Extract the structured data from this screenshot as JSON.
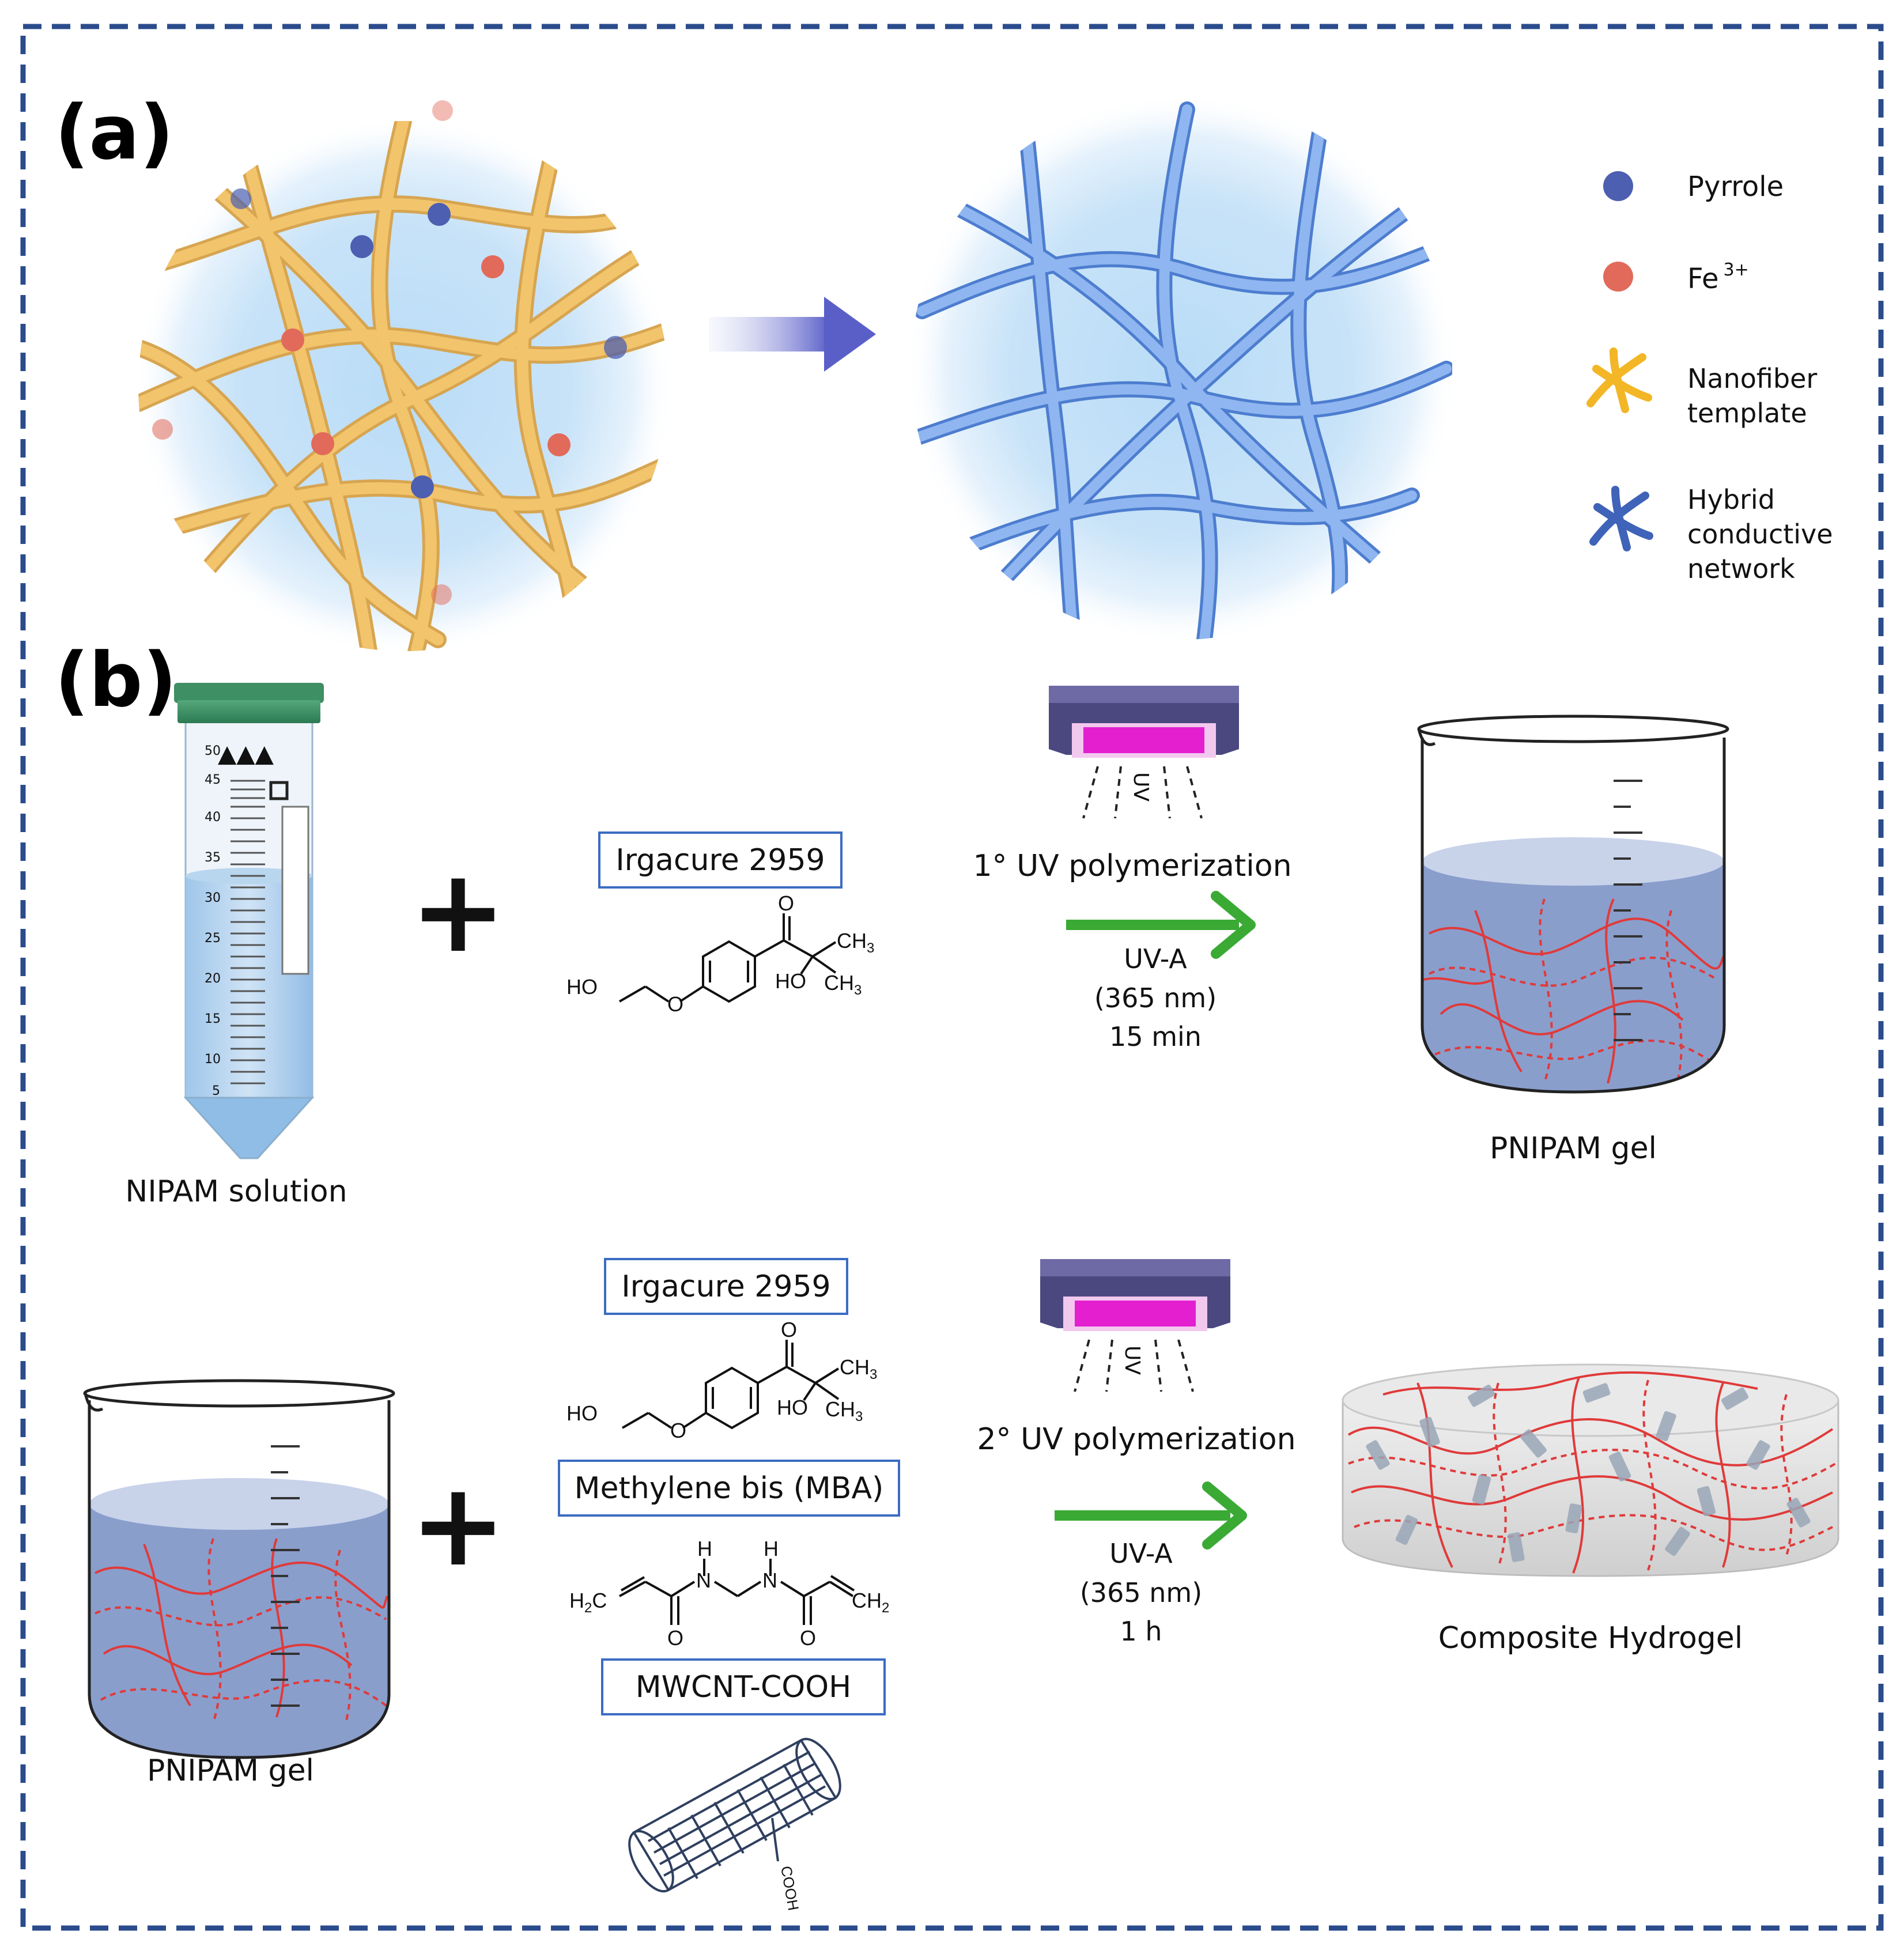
{
  "panel_a": {
    "label": "(a)",
    "legend": {
      "pyrrole": "Pyrrole",
      "fe": "Fe",
      "fe_sup": "3+",
      "nanofiber_1": "Nanofiber",
      "nanofiber_2": "template",
      "hybrid_1": "Hybrid",
      "hybrid_2": "conductive",
      "hybrid_3": "network"
    }
  },
  "panel_b": {
    "label": "(b)",
    "row1": {
      "tube_label": "NIPAM solution",
      "tube_scale": [
        "50",
        "45",
        "40",
        "35",
        "30",
        "25",
        "20",
        "15",
        "10",
        "5"
      ],
      "tube_triangles": "▲▲▲",
      "plus": "+",
      "initiator_box": "Irgacure 2959",
      "lamp_text": "UV",
      "step_title": "1° UV polymerization",
      "cond_1": "UV-A",
      "cond_2": "(365 nm)",
      "cond_3": "15 min",
      "product": "PNIPAM gel"
    },
    "row2": {
      "start": "PNIPAM gel",
      "plus": "+",
      "initiator_box": "Irgacure 2959",
      "crosslinker_box": "Methylene bis (MBA)",
      "cnt_box": "MWCNT-COOH",
      "lamp_text": "UV",
      "step_title": "2° UV polymerization",
      "cond_1": "UV-A",
      "cond_2": "(365 nm)",
      "cond_3": "1 h",
      "product": "Composite Hydrogel"
    },
    "chem": {
      "ho": "HO",
      "o": "O",
      "ch3": "CH",
      "sub3": "3",
      "h2c": "H",
      "sub2": "2",
      "c": "C",
      "ch2": "CH",
      "h": "H",
      "n": "N",
      "cooh": "COOH"
    }
  },
  "colors": {
    "border": "#2b4c8c",
    "arrow_green": "#3aaa35",
    "arrow_purple": "#5a5fc8",
    "fiber_yellow": "#f2c46b",
    "fiber_blue": "#6f9ee8",
    "pyrrole": "#4c5fb0",
    "fe": "#e26a5a",
    "gel_blue": "#8a9ecc",
    "lamp_dark": "#4b4880",
    "lamp_pink": "#e31fd0",
    "red_chain": "#e03a3a"
  }
}
